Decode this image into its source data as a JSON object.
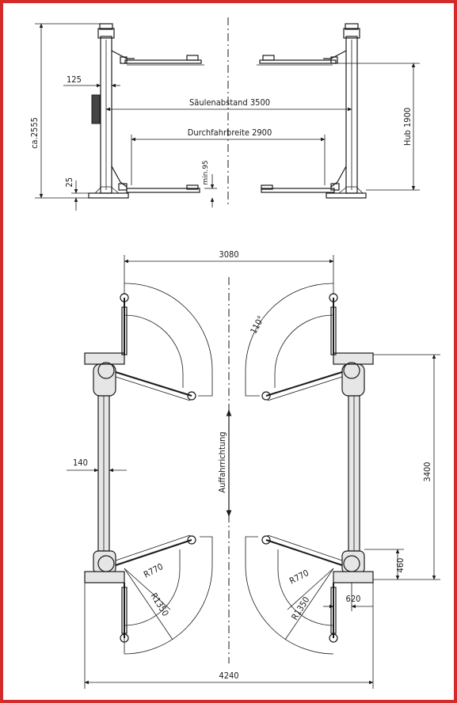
{
  "border_color": "#d42a2a",
  "side_view": {
    "height_label": "ca.2555",
    "dim_125": "125",
    "dim_25": "25",
    "column_spacing": "Säulenabstand 3500",
    "drive_through_width": "Durchfahrbreite 2900",
    "min_height": "min.95",
    "lift_height": "Hub 1900"
  },
  "top_view": {
    "width_3080": "3080",
    "angle_110": "110°",
    "direction": "Auffahrrichtung",
    "dim_140": "140",
    "dim_3400": "3400",
    "r770_left": "R770",
    "r1350_left": "R1350",
    "r770_right": "R770",
    "r1350_right": "R1350",
    "dim_460": "460",
    "dim_620": "620",
    "width_4240": "4240"
  }
}
